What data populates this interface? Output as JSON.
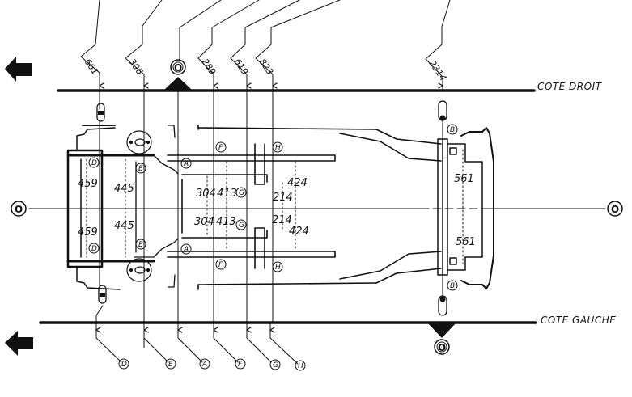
{
  "diagram": {
    "title": "Underbody frame dimension diagram (top view)",
    "side_labels": {
      "right": "COTE DROIT",
      "left": "COTE GAUCHE"
    },
    "reference_label": "O",
    "direction_arrow": "arrow-left-icon",
    "top_callouts": [
      {
        "id": "D",
        "value": "661"
      },
      {
        "id": "E",
        "value": "306"
      },
      {
        "id": "A",
        "value": "O",
        "is_reference": true
      },
      {
        "id": "F",
        "value": "289"
      },
      {
        "id": "G",
        "value": "619"
      },
      {
        "id": "H",
        "value": "823"
      },
      {
        "id": "B",
        "value": "2314"
      }
    ],
    "bottom_callouts": [
      "D",
      "E",
      "A",
      "F",
      "G",
      "H"
    ],
    "frame_points": [
      "A",
      "B",
      "D",
      "E",
      "F",
      "G",
      "H"
    ],
    "half_widths": [
      {
        "point": "D",
        "upper": "459",
        "lower": "459"
      },
      {
        "point": "E",
        "upper": "445",
        "lower": "445"
      },
      {
        "point": "A",
        "upper": "304",
        "lower": "304"
      },
      {
        "point": "F",
        "upper": "413",
        "lower": "413"
      },
      {
        "point": "G",
        "upper": "214",
        "lower": "214"
      },
      {
        "point": "H",
        "upper": "424",
        "lower": "424"
      },
      {
        "point": "B",
        "upper": "561",
        "lower": "561"
      }
    ],
    "centerline_label_left": "O",
    "centerline_label_right": "O"
  }
}
